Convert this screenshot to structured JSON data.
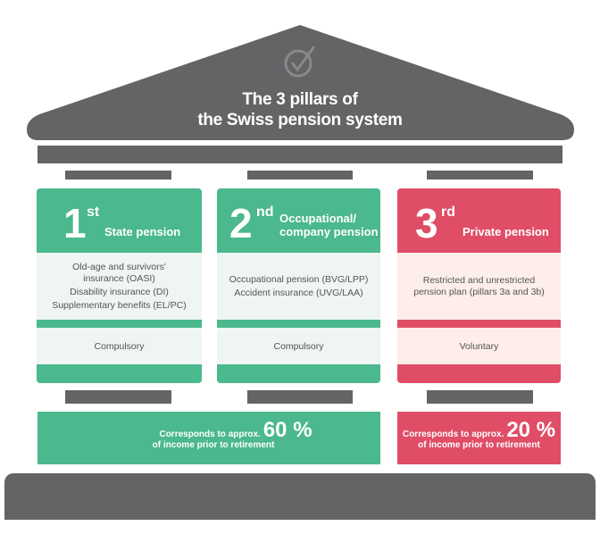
{
  "title": {
    "line1": "The 3 pillars of",
    "line2": "the Swiss pension system"
  },
  "colors": {
    "roof": "#656366",
    "green": "#4bb88e",
    "red": "#e04d66"
  },
  "pillars": [
    {
      "number": "1",
      "suffix": "st",
      "label_line1": "",
      "label_line2": "State pension",
      "items": [
        "Old-age and survivors'",
        "insurance (OASI)",
        "Disability insurance (DI)",
        "Supplementary benefits (EL/PC)"
      ],
      "status": "Compulsory"
    },
    {
      "number": "2",
      "suffix": "nd",
      "label_line1": "Occupational/",
      "label_line2": "company pension",
      "items": [
        "Occupational pension (BVG/LPP)",
        "Accident insurance (UVG/LAA)"
      ],
      "status": "Compulsory"
    },
    {
      "number": "3",
      "suffix": "rd",
      "label_line1": "",
      "label_line2": "Private pension",
      "items": [
        "Restricted and unrestricted",
        "pension plan (pillars 3a and 3b)"
      ],
      "status": "Voluntary"
    }
  ],
  "shares": [
    {
      "prefix": "Corresponds to approx.",
      "percent": "60 %",
      "suffix": "of income prior to retirement"
    },
    {
      "prefix": "Corresponds to approx.",
      "percent": "20 %",
      "suffix": "of income prior to retirement"
    }
  ]
}
